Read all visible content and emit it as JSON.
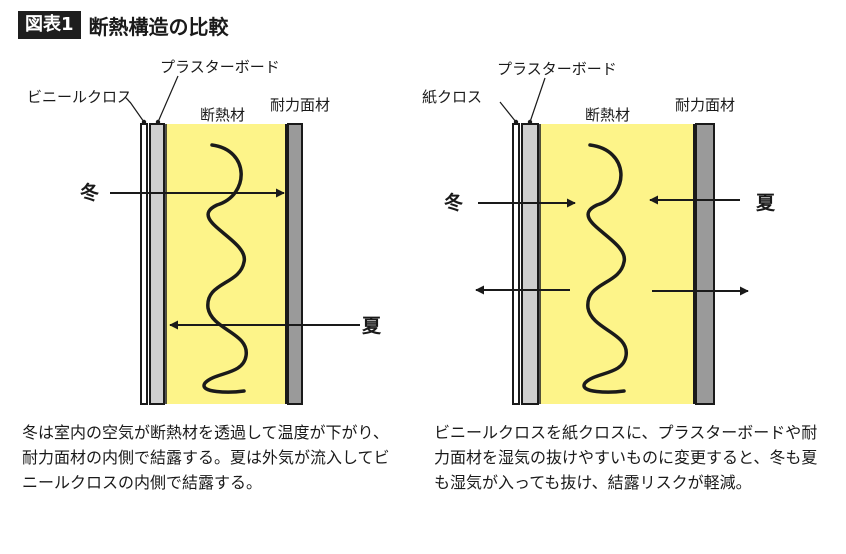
{
  "figure": {
    "badge": "図表1",
    "title": "断熱構造の比較"
  },
  "colors": {
    "insulation": "#fdf489",
    "board": "#cfcfcf",
    "panel": "#9a9a9a",
    "line": "#1a1a1a"
  },
  "left": {
    "labels": {
      "cloth": "ビニールクロス",
      "plasterboard": "プラスターボード",
      "insulation": "断熱材",
      "panel": "耐力面材"
    },
    "winter": "冬",
    "summer": "夏",
    "caption": "冬は室内の空気が断熱材を透過して温度が下がり、耐力面材の内側で結露する。夏は外気が流入してビニールクロスの内側で結露する。"
  },
  "right": {
    "labels": {
      "cloth": "紙クロス",
      "plasterboard": "プラスターボード",
      "insulation": "断熱材",
      "panel": "耐力面材"
    },
    "winter": "冬",
    "summer": "夏",
    "caption": "ビニールクロスを紙クロスに、プラスターボードや耐力面材を湿気の抜けやすいものに変更すると、冬も夏も湿気が入っても抜け、結露リスクが軽減。"
  }
}
